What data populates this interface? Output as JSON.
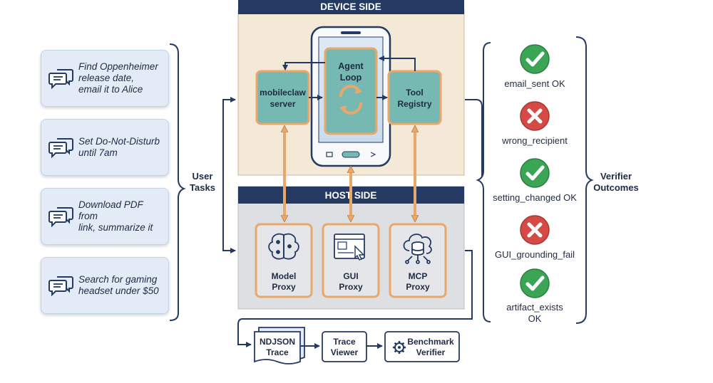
{
  "device_side": {
    "title": "DEVICE SIDE",
    "server": "mobileclaw\nserver",
    "agent_loop": "Agent\nLoop",
    "tool_registry": "Tool\nRegistry"
  },
  "host_side": {
    "title": "HOST SIDE",
    "model_proxy": "Model\nProxy",
    "gui_proxy": "GUI\nProxy",
    "mcp_proxy": "MCP\nProxy"
  },
  "user_tasks": {
    "label": "User\nTasks",
    "items": [
      {
        "text": "Find Oppenheimer\nrelease date,\nemail it to Alice"
      },
      {
        "text": "Set Do-Not-Disturb\nuntil 7am"
      },
      {
        "text": "Download PDF from\nlink, summarize it"
      },
      {
        "text": "Search for gaming\nheadset under $50"
      }
    ]
  },
  "verifier": {
    "label": "Verifier\nOutcomes",
    "outcomes": [
      {
        "text": "email_sent OK",
        "status": "pass"
      },
      {
        "text": "wrong_recipient",
        "status": "fail"
      },
      {
        "text": "setting_changed OK",
        "status": "pass"
      },
      {
        "text": "GUI_grounding_fail",
        "status": "fail"
      },
      {
        "text": "artifact_exists\nOK",
        "status": "pass"
      }
    ]
  },
  "pipeline": {
    "trace": "NDJSON\nTrace",
    "viewer": "Trace\nViewer",
    "benchmark": "Benchmark\nVerifier"
  },
  "colors": {
    "navy": "#243a63",
    "device_bg": "#f4e8d6",
    "host_bg": "#dddfe3",
    "teal": "#76b9b3",
    "orange": "#e9a86a",
    "card_bg": "#e3ecf6",
    "pass": "#3aa655",
    "fail": "#d64a45"
  }
}
